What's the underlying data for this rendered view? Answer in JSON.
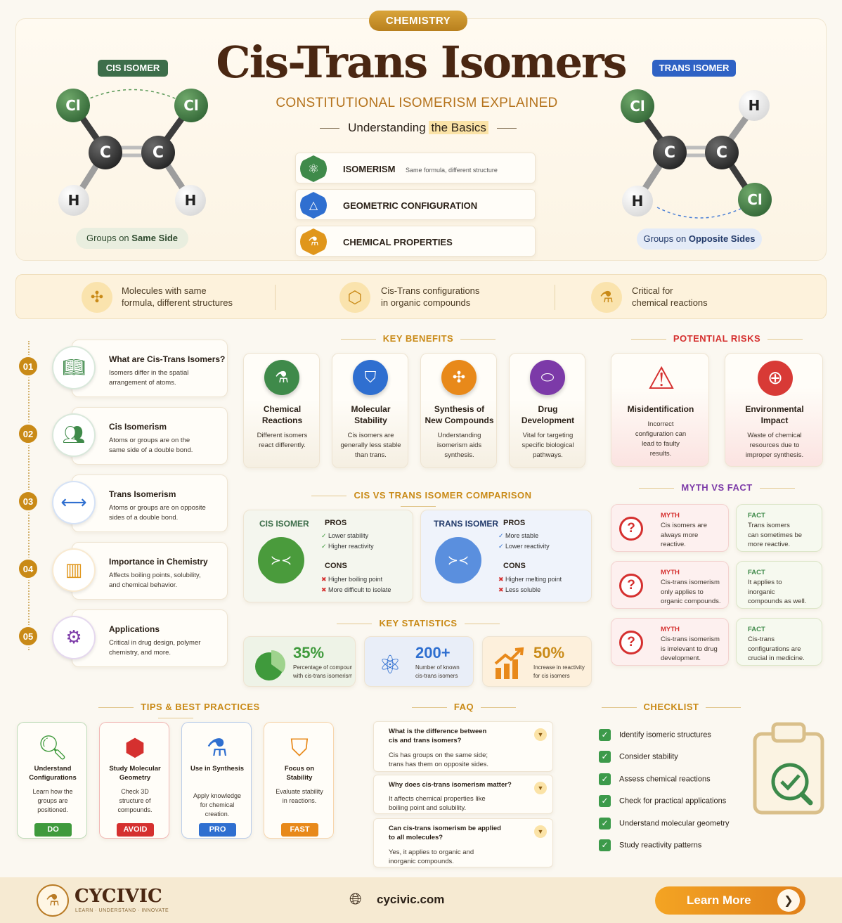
{
  "header": {
    "badge": "CHEMISTRY",
    "title": "Cis-Trans Isomers",
    "subtitle": "CONSTITUTIONAL ISOMERISM EXPLAINED",
    "tagline_a": "Understanding ",
    "tagline_b": "the Basics",
    "cis_label": "CIS ISOMER",
    "trans_label": "TRANS ISOMER",
    "cis_caption_a": "Groups on ",
    "cis_caption_b": "Same Side",
    "trans_caption_a": "Groups on ",
    "trans_caption_b": "Opposite Sides",
    "atoms": {
      "cl": "Cl",
      "c": "C",
      "h": "H"
    },
    "features": [
      {
        "title": "ISOMERISM",
        "desc": "Same formula, different structure",
        "icon": "molecule-icon",
        "color": "#3f8a4a"
      },
      {
        "title": "GEOMETRIC CONFIGURATION",
        "desc": "",
        "icon": "triangle-icon",
        "color": "#2f6fd0"
      },
      {
        "title": "CHEMICAL PROPERTIES",
        "desc": "",
        "icon": "flask-icon",
        "color": "#e0961b"
      }
    ]
  },
  "strip": [
    {
      "text_a": "Molecules with same",
      "text_b": "formula, different structures",
      "icon": "molecule-icon"
    },
    {
      "text_a": "Cis-Trans configurations",
      "text_b": "in organic compounds",
      "icon": "hexagon-icon"
    },
    {
      "text_a": "Critical for",
      "text_b": "chemical reactions",
      "icon": "flask-icon"
    }
  ],
  "steps": [
    {
      "num": "01",
      "title": "What are Cis-Trans Isomers?",
      "desc_a": "Isomers differ in the spatial",
      "desc_b": "arrangement of atoms.",
      "icon": "book-icon",
      "color": "#3f8a4a"
    },
    {
      "num": "02",
      "title": "Cis Isomerism",
      "desc_a": "Atoms or groups are on the",
      "desc_b": "same side of a double bond.",
      "icon": "people-icon",
      "color": "#3f8a4a"
    },
    {
      "num": "03",
      "title": "Trans Isomerism",
      "desc_a": "Atoms or groups are on opposite",
      "desc_b": "sides of a double bond.",
      "icon": "arrows-icon",
      "color": "#2f6fd0"
    },
    {
      "num": "04",
      "title": "Importance in Chemistry",
      "desc_a": "Affects boiling points, solubility,",
      "desc_b": "and chemical behavior.",
      "icon": "bar-chart-icon",
      "color": "#e0961b"
    },
    {
      "num": "05",
      "title": "Applications",
      "desc_a": "Critical in drug design, polymer",
      "desc_b": "chemistry, and more.",
      "icon": "gear-icon",
      "color": "#7c3aa8"
    }
  ],
  "benefits": {
    "title": "KEY BENEFITS",
    "items": [
      {
        "t1": "Chemical",
        "t2": "Reactions",
        "d1": "Different isomers",
        "d2": "react differently.",
        "d3": "",
        "icon": "flask-icon",
        "color": "#3f8a4a"
      },
      {
        "t1": "Molecular",
        "t2": "Stability",
        "d1": "Cis isomers are",
        "d2": "generally less stable",
        "d3": "than trans.",
        "icon": "shield-icon",
        "color": "#2f6fd0"
      },
      {
        "t1": "Synthesis of",
        "t2": "New Compounds",
        "d1": "Understanding",
        "d2": "isomerism aids",
        "d3": "synthesis.",
        "icon": "network-icon",
        "color": "#e8891a"
      },
      {
        "t1": "Drug",
        "t2": "Development",
        "d1": "Vital for targeting",
        "d2": "specific biological",
        "d3": "pathways.",
        "icon": "pill-icon",
        "color": "#7c3aa8"
      }
    ]
  },
  "risks": {
    "title": "POTENTIAL RISKS",
    "items": [
      {
        "t1": "Misidentification",
        "t2": "",
        "d1": "Incorrect",
        "d2": "configuration can",
        "d3": "lead to faulty",
        "d4": "results.",
        "icon": "warning-icon"
      },
      {
        "t1": "Environmental",
        "t2": "Impact",
        "d1": "Waste of chemical",
        "d2": "resources due to",
        "d3": "improper synthesis.",
        "d4": "",
        "icon": "globe-icon"
      }
    ]
  },
  "comparison": {
    "title": "CIS VS TRANS ISOMER COMPARISON",
    "cis": {
      "name": "CIS ISOMER",
      "pros_label": "PROS",
      "pros": [
        "Lower stability",
        "Higher reactivity"
      ],
      "cons_label": "CONS",
      "cons": [
        "Higher boiling point",
        "More difficult to isolate"
      ]
    },
    "trans": {
      "name": "TRANS ISOMER",
      "pros_label": "PROS",
      "pros": [
        "More stable",
        "Lower reactivity"
      ],
      "cons_label": "CONS",
      "cons": [
        "Higher melting point",
        "Less soluble"
      ]
    }
  },
  "myths": {
    "title": "MYTH VS FACT",
    "myth_label": "MYTH",
    "fact_label": "FACT",
    "items": [
      {
        "myth": [
          "Cis isomers are",
          "always more",
          "reactive."
        ],
        "fact": [
          "Trans isomers",
          "can sometimes be",
          "more reactive."
        ]
      },
      {
        "myth": [
          "Cis-trans isomerism",
          "only applies to",
          "organic compounds."
        ],
        "fact": [
          "It applies to",
          "inorganic",
          "compounds as well."
        ]
      },
      {
        "myth": [
          "Cis-trans isomerism",
          "is irrelevant to drug",
          "development."
        ],
        "fact": [
          "Cis-trans",
          "configurations are",
          "crucial in medicine."
        ]
      }
    ]
  },
  "stats": {
    "title": "KEY STATISTICS",
    "items": [
      {
        "value": "35%",
        "d1": "Percentage of compounds",
        "d2": "with cis-trans isomerism",
        "icon": "pie-chart-icon",
        "fill": 0.35
      },
      {
        "value": "200+",
        "d1": "Number of known",
        "d2": "cis-trans isomers",
        "icon": "atom-icon"
      },
      {
        "value": "50%",
        "d1": "Increase in reactivity",
        "d2": "for cis isomers",
        "icon": "growth-chart-icon"
      }
    ]
  },
  "tips": {
    "title": "TIPS & BEST PRACTICES",
    "items": [
      {
        "t1": "Understand",
        "t2": "Configurations",
        "d1": "Learn how the",
        "d2": "groups are",
        "d3": "positioned.",
        "tag": "DO",
        "color": "#3f9a3c",
        "icon": "magnifier-icon"
      },
      {
        "t1": "Study Molecular",
        "t2": "Geometry",
        "d1": "Check 3D",
        "d2": "structure of",
        "d3": "compounds.",
        "tag": "AVOID",
        "color": "#d5302f",
        "icon": "cube-icon"
      },
      {
        "t1": "Use in Synthesis",
        "t2": "",
        "d1": "Apply knowledge",
        "d2": "for chemical",
        "d3": "creation.",
        "tag": "PRO",
        "color": "#2f6fd0",
        "icon": "flask-icon"
      },
      {
        "t1": "Focus on",
        "t2": "Stability",
        "d1": "Evaluate stability",
        "d2": "in reactions.",
        "d3": "",
        "tag": "FAST",
        "color": "#e8891a",
        "icon": "shield-icon"
      }
    ]
  },
  "faq": {
    "title": "FAQ",
    "items": [
      {
        "q1": "What is the difference between",
        "q2": "cis and trans isomers?",
        "a1": "Cis has groups on the same side;",
        "a2": "trans has them on opposite sides."
      },
      {
        "q1": "Why does cis-trans isomerism matter?",
        "q2": "",
        "a1": "It affects chemical properties like",
        "a2": "boiling point and solubility."
      },
      {
        "q1": "Can cis-trans isomerism be applied",
        "q2": "to all molecules?",
        "a1": "Yes, it applies to organic and",
        "a2": "inorganic compounds."
      }
    ]
  },
  "checklist": {
    "title": "CHECKLIST",
    "items": [
      "Identify isomeric structures",
      "Consider stability",
      "Assess chemical reactions",
      "Check for practical applications",
      "Understand molecular geometry",
      "Study reactivity patterns"
    ]
  },
  "footer": {
    "brand": "CYCIVIC",
    "brand_tag": "LEARN · UNDERSTAND · INNOVATE",
    "site": "cycivic.com",
    "cta": "Learn More"
  },
  "colors": {
    "gold": "#c98a17",
    "green": "#3f8a4a",
    "blue": "#2f6fd0",
    "red": "#d5302f",
    "purple": "#7c3aa8",
    "orange": "#e8891a"
  }
}
